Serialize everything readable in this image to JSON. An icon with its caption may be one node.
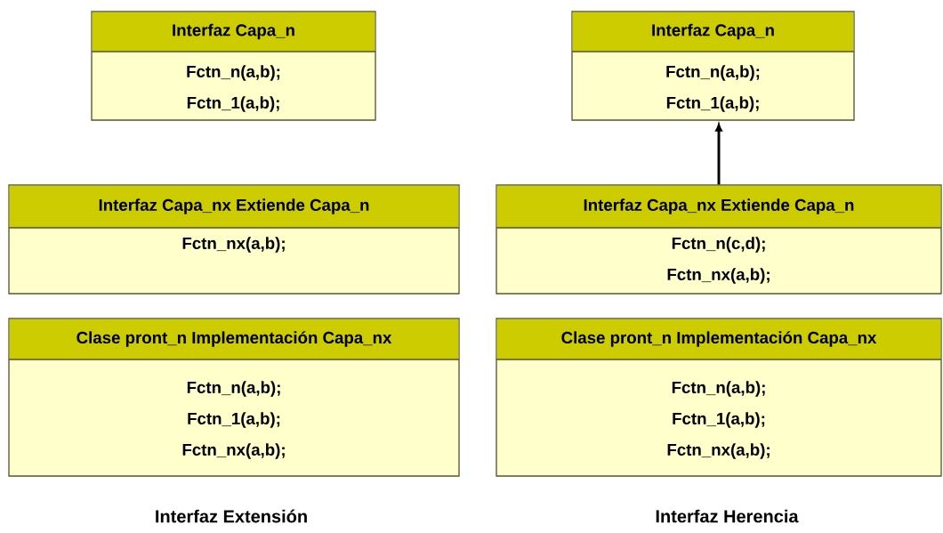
{
  "diagram": {
    "nodes": [
      {
        "text": [
          "Interfaz Capa_n",
          "Fctn_n(a,b);",
          "Fctn_1(a,b);"
        ]
      },
      {
        "text": [
          "Interfaz Capa_nx Extiende Capa_n",
          "Fctn_nx(a,b);"
        ]
      },
      {
        "text": [
          "Clase pront_n Implementación Capa_nx",
          "Fctn_n(a,b);",
          "Fctn_1(a,b);",
          "Fctn_nx(a,b);"
        ]
      },
      {
        "text": [
          "Interfaz Capa_n",
          "Fctn_n(a,b);",
          "Fctn_1(a,b);"
        ]
      },
      {
        "text": [
          "Interfaz Capa_nx Extiende Capa_n",
          "Fctn_n(c,d);",
          "Fctn_nx(a,b);"
        ]
      },
      {
        "text": [
          "Clase pront_n Implementación Capa_nx",
          "Fctn_n(a,b);",
          "Fctn_1(a,b);",
          "Fctn_nx(a,b);"
        ]
      }
    ],
    "edges": [
      {
        "from": 4,
        "to": 3,
        "arrow": "to"
      }
    ],
    "labels": [
      "Interfaz Extensión",
      "Interfaz Herencia"
    ]
  }
}
